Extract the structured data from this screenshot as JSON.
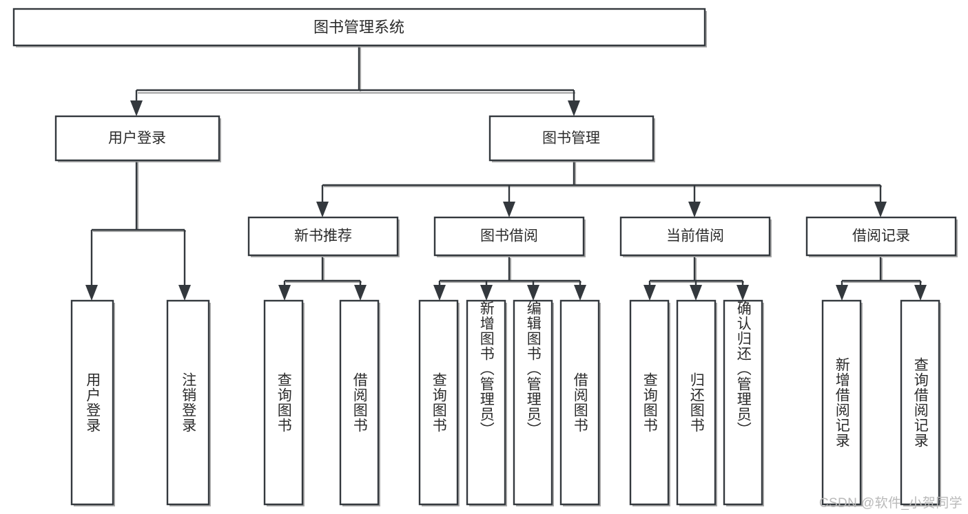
{
  "diagram": {
    "type": "tree-hierarchy",
    "title": "图书管理系统",
    "watermark": "CSDN @软件_小贺同学",
    "colors": {
      "stroke": "#33383d",
      "fill": "#ffffff",
      "shadow": "#9a9a9a",
      "text": "#2b2b2b",
      "watermark": "#b9b9b9",
      "background": "#ffffff"
    },
    "root": {
      "label": "图书管理系统",
      "level": 1
    },
    "level2": [
      {
        "label": "用户登录"
      },
      {
        "label": "图书管理"
      }
    ],
    "level3": [
      {
        "label": "新书推荐"
      },
      {
        "label": "图书借阅"
      },
      {
        "label": "当前借阅"
      },
      {
        "label": "借阅记录"
      }
    ],
    "leaves": {
      "user_login": [
        {
          "label": "用户登录"
        },
        {
          "label": "注销登录"
        }
      ],
      "new_book": [
        {
          "label": "查询图书"
        },
        {
          "label": "借阅图书"
        }
      ],
      "book_borrow": [
        {
          "label": "查询图书"
        },
        {
          "label": "新增图书（管理员）"
        },
        {
          "label": "编辑图书（管理员）"
        },
        {
          "label": "借阅图书"
        }
      ],
      "current_borrow": [
        {
          "label": "查询图书"
        },
        {
          "label": "归还图书"
        },
        {
          "label": "确认归还（管理员）"
        }
      ],
      "borrow_record": [
        {
          "label": "新增借阅记录"
        },
        {
          "label": "查询借阅记录"
        }
      ]
    }
  }
}
